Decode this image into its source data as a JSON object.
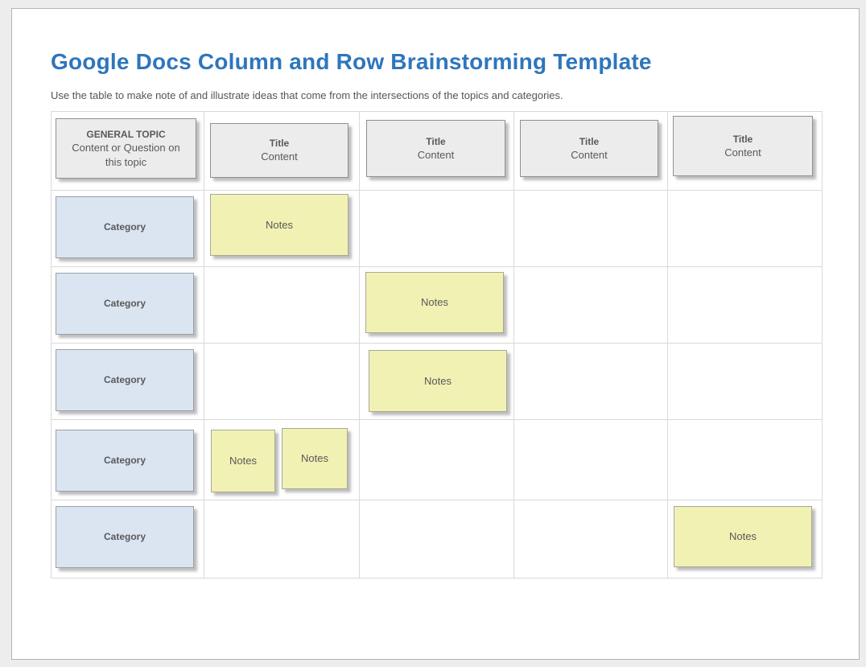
{
  "page": {
    "title": "Google Docs Column and Row Brainstorming Template",
    "subtitle": "Use the table to make note of and illustrate ideas that come from the intersections of the topics and categories."
  },
  "table": {
    "header": {
      "general_topic": {
        "title": "GENERAL TOPIC",
        "subtitle": "Content or Question on this topic"
      },
      "columns": [
        {
          "title": "Title",
          "subtitle": "Content"
        },
        {
          "title": "Title",
          "subtitle": "Content"
        },
        {
          "title": "Title",
          "subtitle": "Content"
        },
        {
          "title": "Title",
          "subtitle": "Content"
        }
      ]
    },
    "categories": [
      {
        "label": "Category"
      },
      {
        "label": "Category"
      },
      {
        "label": "Category"
      },
      {
        "label": "Category"
      },
      {
        "label": "Category"
      }
    ],
    "notes": [
      {
        "row": 1,
        "col": 2,
        "label": "Notes"
      },
      {
        "row": 2,
        "col": 3,
        "label": "Notes"
      },
      {
        "row": 3,
        "col": 3,
        "label": "Notes"
      },
      {
        "row": 4,
        "col": 2,
        "label": "Notes"
      },
      {
        "row": 4,
        "col": 2,
        "label": "Notes"
      },
      {
        "row": 5,
        "col": 5,
        "label": "Notes"
      }
    ]
  },
  "colors": {
    "title_blue": "#2e76bc",
    "header_box_fill": "#ececec",
    "category_box_fill": "#dbe5f1",
    "notes_box_fill": "#f1f1b4",
    "box_text_gray": "#595959",
    "grid_line": "#d9d9d9",
    "page_background": "#ededed"
  }
}
